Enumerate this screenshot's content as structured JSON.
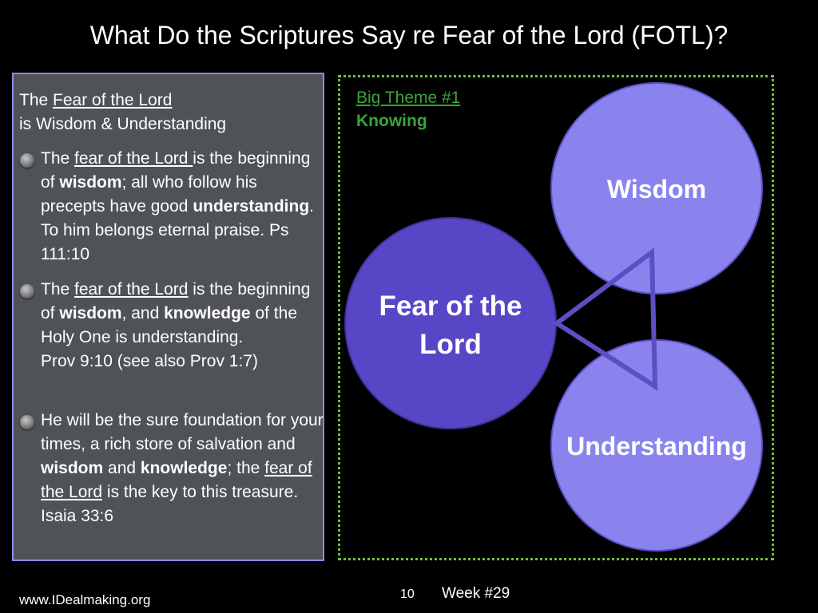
{
  "title": "What Do the Scriptures Say re Fear of the Lord (FOTL)?",
  "panel": {
    "heading_prefix": "The ",
    "heading_link": "Fear of the Lord",
    "heading_line2": "is Wisdom & Understanding",
    "bullets": [
      {
        "t1": "The ",
        "u1": "fear of the Lord ",
        "t2": "is the beginning of ",
        "b1": "wisdom",
        "t3": "; all who follow his precepts have good ",
        "b2": "understanding",
        "t4": ". To him belongs eternal praise.  Ps 111:10"
      },
      {
        "t1": "The ",
        "u1": "fear of the Lord",
        "t2": " is the beginning of ",
        "b1": "wisdom",
        "t3": ", and ",
        "b2": "knowledge",
        "t4": " of the Holy One is understanding.",
        "ref": "Prov 9:10 (see also Prov 1:7)"
      },
      {
        "t1": "He will be the sure foundation for your times, a rich store of salvation and ",
        "b1": "wisdom",
        "t2": " and ",
        "b2": "knowledge",
        "t3": "; the ",
        "u1": "fear of the Lord",
        "t4": " is the key to this treasure.",
        "ref": "Isaia 33:6"
      }
    ]
  },
  "diagram": {
    "theme_label": "Big Theme #1",
    "theme_sub": "Knowing",
    "center_label_1": "Fear of the",
    "center_label_2": "Lord",
    "top_label": "Wisdom",
    "bottom_label": "Understanding",
    "colors": {
      "center_fill": "#5747c6",
      "outer_fill": "#8a83ee",
      "stroke": "#5b4fc4",
      "border": "#8d89f0",
      "dotted": "#6fbf3b",
      "theme_text": "#3aa53a"
    }
  },
  "footer": {
    "url": "www.IDealmaking.org",
    "page": "10",
    "week": "Week #29"
  }
}
